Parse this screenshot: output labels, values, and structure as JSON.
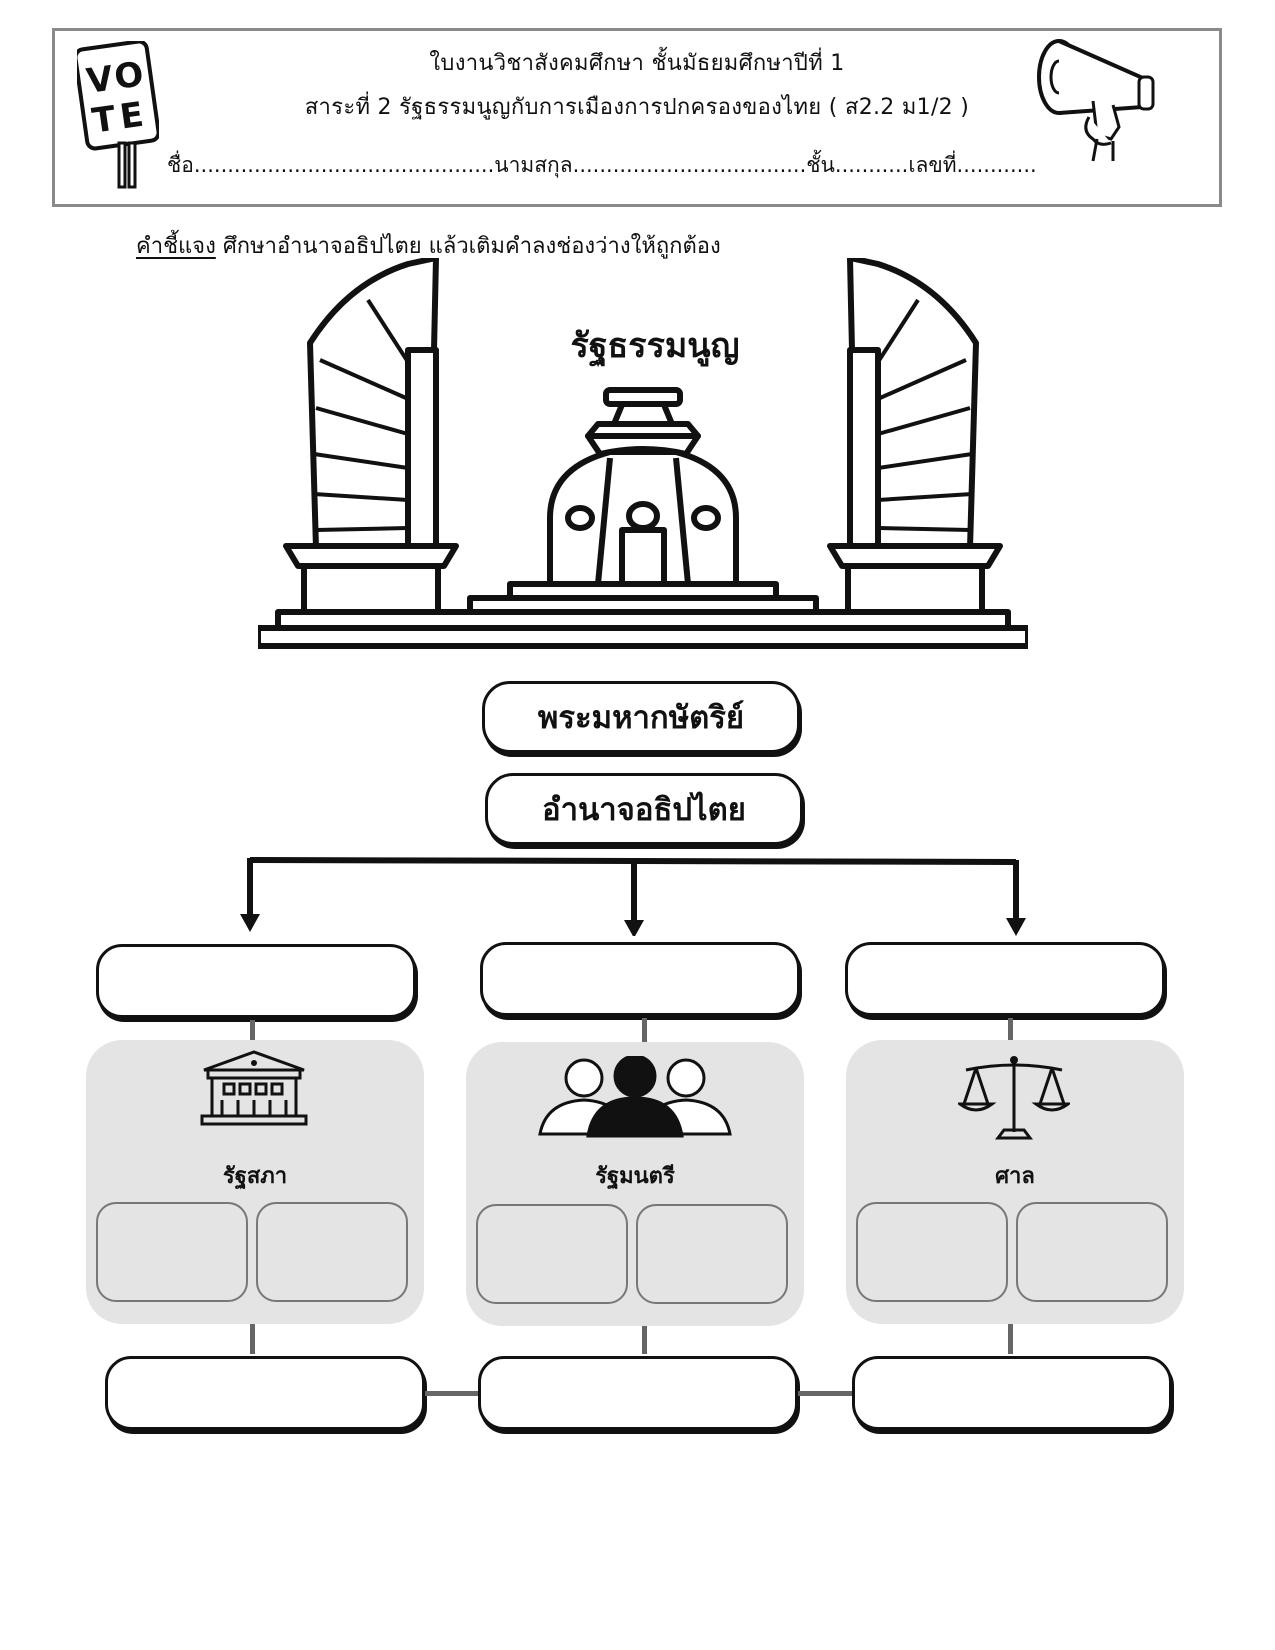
{
  "header": {
    "line1": "ใบงานวิชาสังคมศึกษา  ชั้นมัธยมศึกษาปีที่ 1",
    "line2": "สาระที่ 2 รัฐธรรมนูญกับการเมืองการปกครองของไทย ( ส2.2 ม1/2 )",
    "name_line": "ชื่อ.............................................นามสกุล...................................ชั้น...........เลขที่............",
    "vote_sign_text": "VOTE",
    "vote_sign_letters": [
      "V",
      "O",
      "T",
      "E"
    ]
  },
  "instructions": {
    "label": "คำชี้แจง",
    "text": " ศึกษาอำนาจอธิปไตย แล้วเติมคำลงช่องว่างให้ถูกต้อง"
  },
  "diagram": {
    "constitution_label": "รัฐธรรมนูญ",
    "king_label": "พระมหากษัตริย์",
    "sovereignty_label": "อำนาจอธิปไตย",
    "branches": [
      {
        "label": "รัฐสภา",
        "icon": "parliament-building-icon"
      },
      {
        "label": "รัฐมนตรี",
        "icon": "people-group-icon"
      },
      {
        "label": "ศาล",
        "icon": "scales-of-justice-icon"
      }
    ]
  },
  "colors": {
    "panel": "#e4e4e4",
    "border": "#111111",
    "header_border": "#8a8a8a"
  }
}
